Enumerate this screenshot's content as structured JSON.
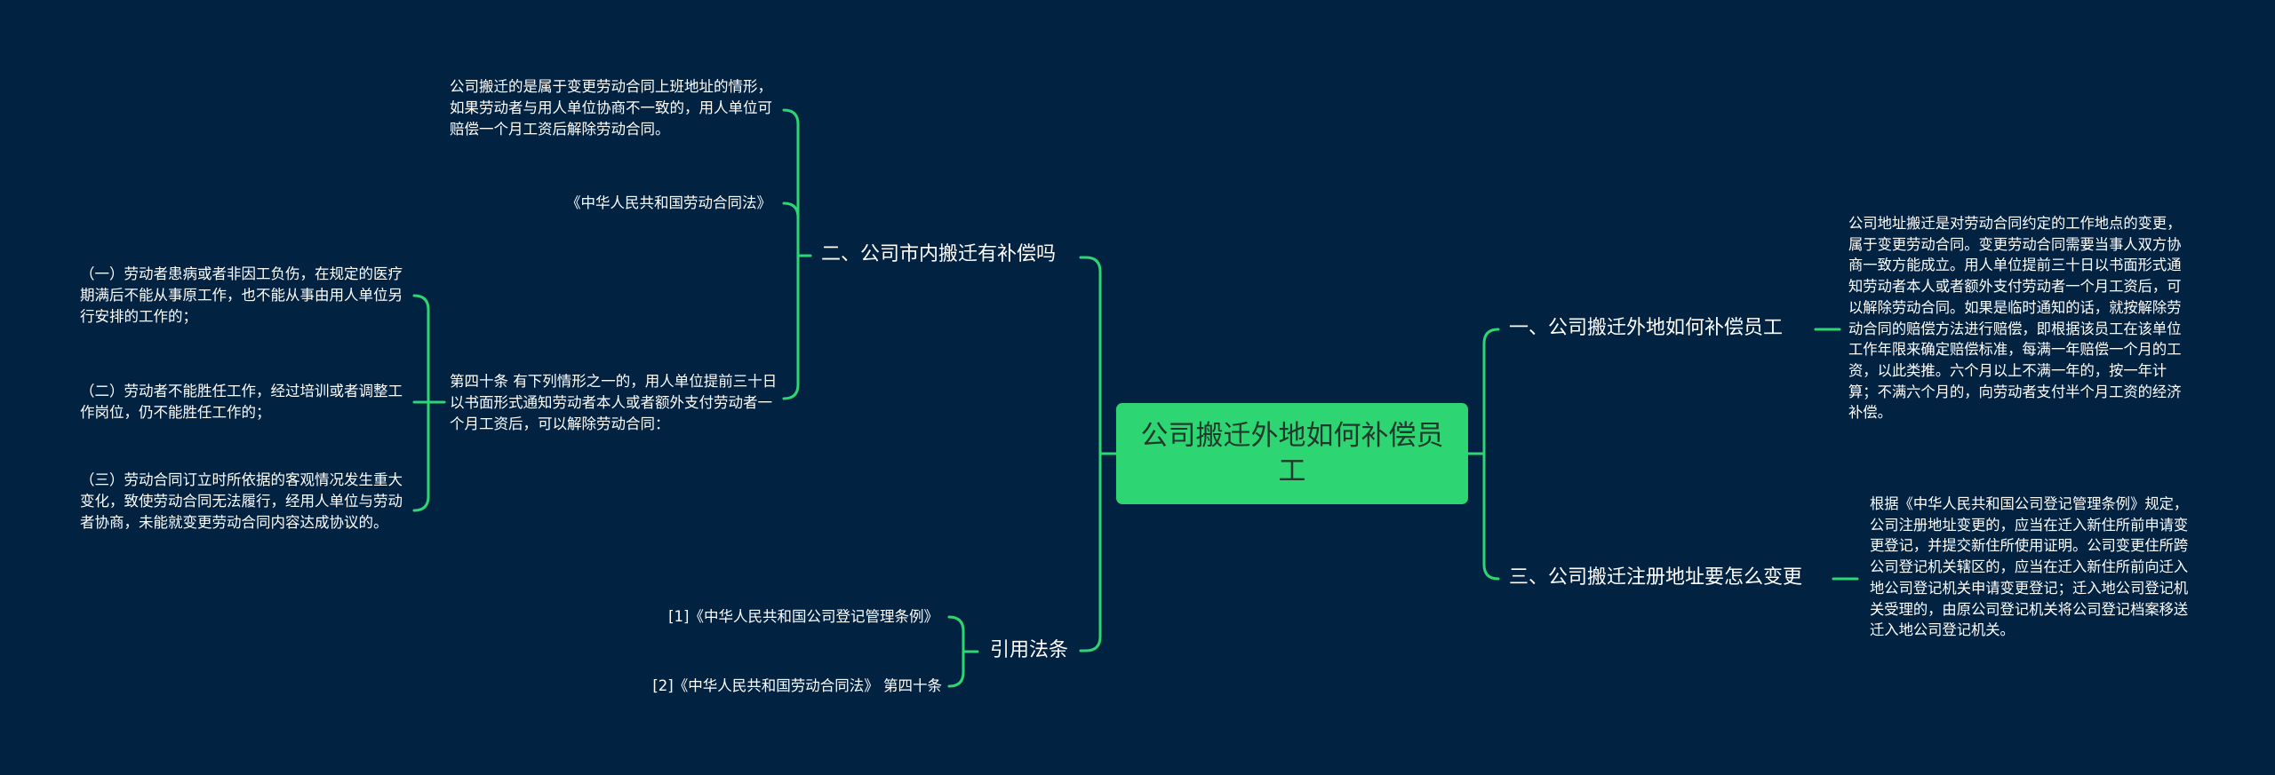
{
  "theme": {
    "background": "#022241",
    "accent": "#2ed573",
    "text": "#ffffff",
    "root_text": "#1f3a2a"
  },
  "root": {
    "label": "公司搬迁外地如何补偿员工"
  },
  "branches": {
    "b1": {
      "label": "一、公司搬迁外地如何补偿员工",
      "children": [
        "公司地址搬迁是对劳动合同约定的工作地点的变更，属于变更劳动合同。变更劳动合同需要当事人双方协商一致方能成立。用人单位提前三十日以书面形式通知劳动者本人或者额外支付劳动者一个月工资后，可以解除劳动合同。如果是临时通知的话，就按解除劳动合同的赔偿方法进行赔偿，即根据该员工在该单位工作年限来确定赔偿标准，每满一年赔偿一个月的工资，以此类推。六个月以上不满一年的，按一年计算；不满六个月的，向劳动者支付半个月工资的经济补偿。"
      ]
    },
    "b2": {
      "label": "二、公司市内搬迁有补偿吗",
      "children": [
        "公司搬迁的是属于变更劳动合同上班地址的情形，如果劳动者与用人单位协商不一致的，用人单位可赔偿一个月工资后解除劳动合同。",
        "《中华人民共和国劳动合同法》",
        "第四十条 有下列情形之一的，用人单位提前三十日以书面形式通知劳动者本人或者额外支付劳动者一个月工资后，可以解除劳动合同："
      ],
      "article_items": [
        "（一）劳动者患病或者非因工负伤，在规定的医疗期满后不能从事原工作，也不能从事由用人单位另行安排的工作的；",
        "（二）劳动者不能胜任工作，经过培训或者调整工作岗位，仍不能胜任工作的；",
        "（三）劳动合同订立时所依据的客观情况发生重大变化，致使劳动合同无法履行，经用人单位与劳动者协商，未能就变更劳动合同内容达成协议的。"
      ]
    },
    "b3": {
      "label": "三、公司搬迁注册地址要怎么变更",
      "children": [
        "根据《中华人民共和国公司登记管理条例》规定，公司注册地址变更的，应当在迁入新住所前申请变更登记，并提交新住所使用证明。公司变更住所跨公司登记机关辖区的，应当在迁入新住所前向迁入地公司登记机关申请变更登记；迁入地公司登记机关受理的，由原公司登记机关将公司登记档案移送迁入地公司登记机关。"
      ]
    },
    "b4": {
      "label": "引用法条",
      "children": [
        "[1]《中华人民共和国公司登记管理条例》",
        "[2]《中华人民共和国劳动合同法》 第四十条"
      ]
    }
  }
}
